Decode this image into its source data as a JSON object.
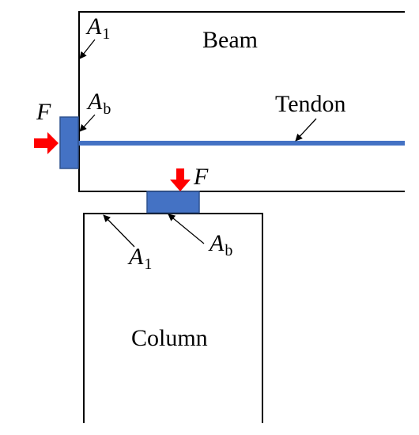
{
  "labels": {
    "beam": "Beam",
    "column": "Column",
    "tendon": "Tendon",
    "force": "F",
    "area_a1_main": "A",
    "area_a1_sub": "1",
    "area_ab_main": "A",
    "area_ab_sub": "b"
  },
  "colors": {
    "outline": "#000000",
    "bearing_plate": "#4472c4",
    "bearing_plate_border": "#2f528f",
    "tendon": "#4472c4",
    "force_arrow": "#ff0000"
  },
  "icons": {
    "force_horizontal": "arrow-right",
    "force_vertical": "arrow-down",
    "leader": "leader-arrow"
  }
}
